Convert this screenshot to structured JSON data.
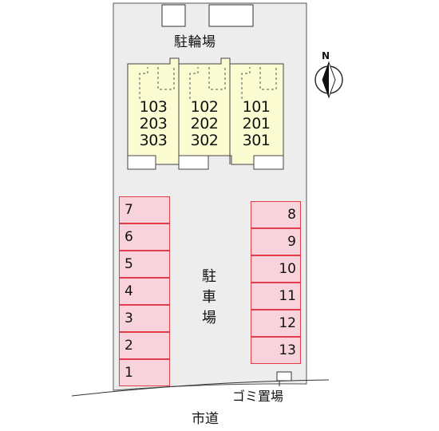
{
  "bicycle_parking_label": "駐輪場",
  "north_label": "N",
  "parking_label": "駐車場",
  "trash_label": "ゴミ置場",
  "road_label": "市道",
  "units": [
    [
      "103",
      "203",
      "303"
    ],
    [
      "102",
      "202",
      "302"
    ],
    [
      "101",
      "201",
      "301"
    ]
  ],
  "stalls_left": [
    "7",
    "6",
    "5",
    "4",
    "3",
    "2",
    "1"
  ],
  "stalls_right": [
    "8",
    "9",
    "10",
    "11",
    "12",
    "13"
  ],
  "colors": {
    "lot": "#ededed",
    "building": "#fcfcd2",
    "stall_fill": "#f8d3dc",
    "stall_border": "#e03c4a"
  }
}
